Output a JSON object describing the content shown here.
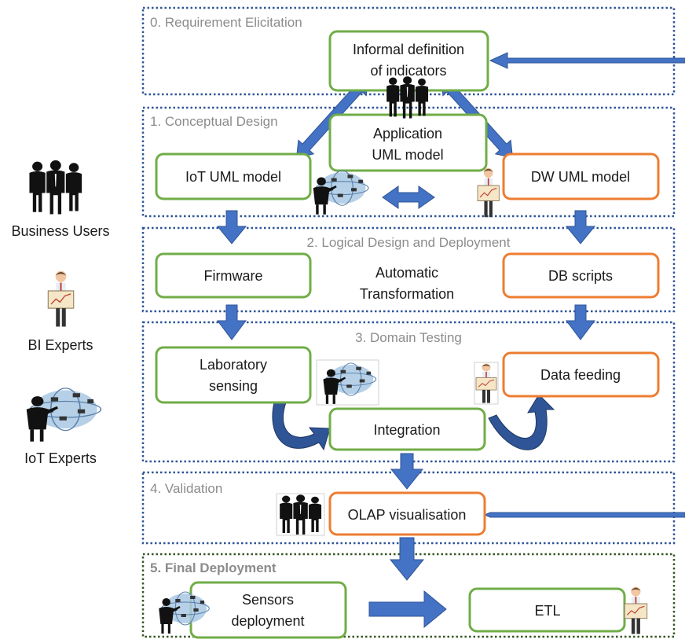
{
  "colors": {
    "stage_border": "#2f5597",
    "final_border": "#375623",
    "green_box": "#70ad47",
    "orange_box": "#ed7d31",
    "arrow": "#4472c4",
    "curved_arrow": "#2f5597",
    "stage_title": "#8c8c8c"
  },
  "stages": [
    {
      "id": "s0",
      "title": "0. Requirement Elicitation"
    },
    {
      "id": "s1",
      "title": "1. Conceptual Design"
    },
    {
      "id": "s2",
      "title": "2. Logical Design and Deployment"
    },
    {
      "id": "s3",
      "title": "3. Domain Testing"
    },
    {
      "id": "s4",
      "title": "4. Validation"
    },
    {
      "id": "s5",
      "title": "5. Final Deployment"
    }
  ],
  "boxes": {
    "informal": {
      "lines": [
        "Informal definition",
        "of indicators"
      ],
      "kind": "green"
    },
    "application": {
      "lines": [
        "Application",
        "UML model"
      ],
      "kind": "green"
    },
    "iot_uml": {
      "lines": [
        "IoT UML model"
      ],
      "kind": "green"
    },
    "dw_uml": {
      "lines": [
        "DW UML model"
      ],
      "kind": "orange"
    },
    "firmware": {
      "lines": [
        "Firmware"
      ],
      "kind": "green"
    },
    "db_scripts": {
      "lines": [
        "DB scripts"
      ],
      "kind": "orange"
    },
    "lab": {
      "lines": [
        "Laboratory",
        "sensing"
      ],
      "kind": "green"
    },
    "data_feeding": {
      "lines": [
        "Data feeding"
      ],
      "kind": "orange"
    },
    "integration": {
      "lines": [
        "Integration"
      ],
      "kind": "green"
    },
    "olap": {
      "lines": [
        "OLAP visualisation"
      ],
      "kind": "orange"
    },
    "sensors": {
      "lines": [
        "Sensors",
        "deployment"
      ],
      "kind": "green"
    },
    "etl": {
      "lines": [
        "ETL"
      ],
      "kind": "green"
    }
  },
  "middle_text": [
    "Automatic",
    "Transformation"
  ],
  "legend": [
    {
      "icon": "business-users",
      "label": "Business Users"
    },
    {
      "icon": "bi-expert",
      "label": "BI Experts"
    },
    {
      "icon": "iot-expert",
      "label": "IoT Experts"
    }
  ]
}
